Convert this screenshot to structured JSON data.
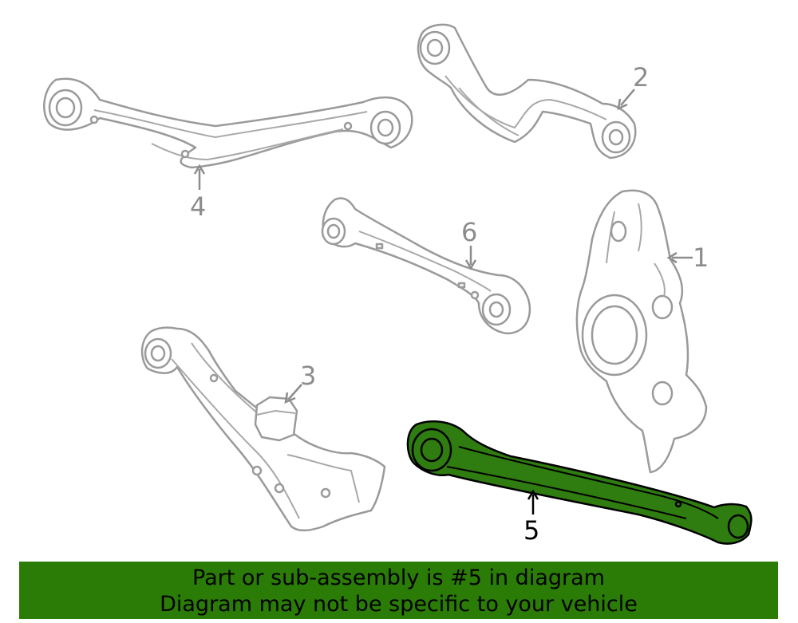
{
  "callouts": {
    "c1": "1",
    "c2": "2",
    "c3": "3",
    "c4": "4",
    "c5": "5",
    "c6": "6"
  },
  "highlight_color": "#2f7d10",
  "banner_color": "#2a7c06",
  "banner": {
    "line1": "Part or sub-assembly is #5 in diagram",
    "line2": "Diagram may not be specific to your vehicle"
  }
}
